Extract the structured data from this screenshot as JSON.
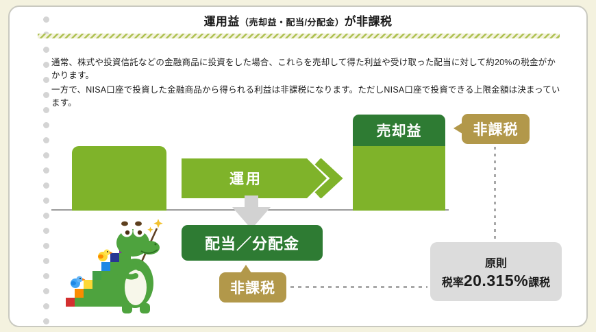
{
  "title": {
    "main": "運用益",
    "paren": "（売却益・配当/分配金）",
    "suffix": "が非課税"
  },
  "paragraphs": {
    "p1": "通常、株式や投資信託などの金融商品に投資をした場合、これらを売却して得た利益や受け取った配当に対して約20%の税金がかかります。",
    "p2": "一方で、NISA口座で投資した金融商品から得られる利益は非課税になります。ただしNISA口座で投資できる上限金額は決まっています。"
  },
  "diagram": {
    "operation_label": "運用",
    "sale_gain_label": "売却益",
    "tax_free_top": "非課税",
    "dividend_label": "配当／分配金",
    "tax_free_bottom": "非課税",
    "tax_rule": {
      "line1": "原則",
      "prefix": "税率",
      "rate": "20.315%",
      "suffix": "課税"
    }
  },
  "icons": {
    "mascot": "crocodile-with-colorful-stairs-mascot",
    "down_arrow": "gray-down-arrow",
    "chevron": "double-chevron-right"
  },
  "colors": {
    "light_green": "#7fb32a",
    "dark_green": "#2e7b33",
    "gold": "#b2984a",
    "gray_box": "#dcdcdc",
    "baseline_gray": "#9b9b9b",
    "cream_bg": "#f4f2df"
  }
}
